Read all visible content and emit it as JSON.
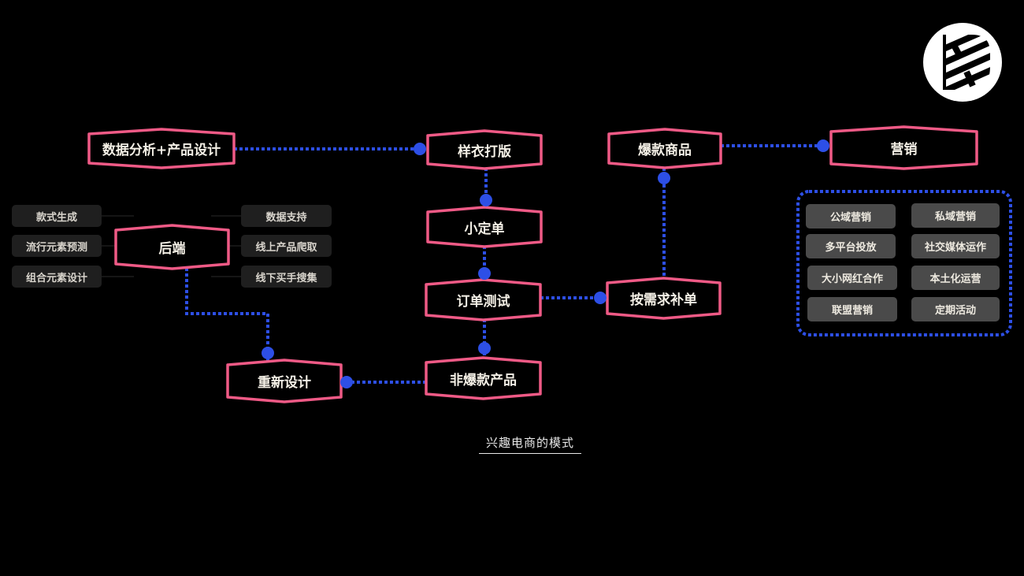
{
  "colors": {
    "node_border": "#ef5a86",
    "connector": "#2d4fe6",
    "pill_bg": "#1f1f1f",
    "marketing_item_bg": "#4a4a4a"
  },
  "nodes": {
    "data_analysis": "数据分析+产品设计",
    "sample": "样衣打版",
    "hot_product": "爆款商品",
    "marketing": "营销",
    "small_order": "小定单",
    "backend": "后端",
    "order_test": "订单测试",
    "restock": "按需求补单",
    "redesign": "重新设计",
    "non_hot": "非爆款产品"
  },
  "backend_left": [
    "款式生成",
    "流行元素预测",
    "组合元素设计"
  ],
  "backend_right": [
    "数据支持",
    "线上产品爬取",
    "线下买手搜集"
  ],
  "marketing_items": [
    "公域营销",
    "私域营销",
    "多平台投放",
    "社交媒体运作",
    "大小网红合作",
    "本土化运营",
    "联盟营销",
    "定期活动"
  ],
  "caption": "兴趣电商的模式",
  "logo_icon": "brand-logo-icon"
}
